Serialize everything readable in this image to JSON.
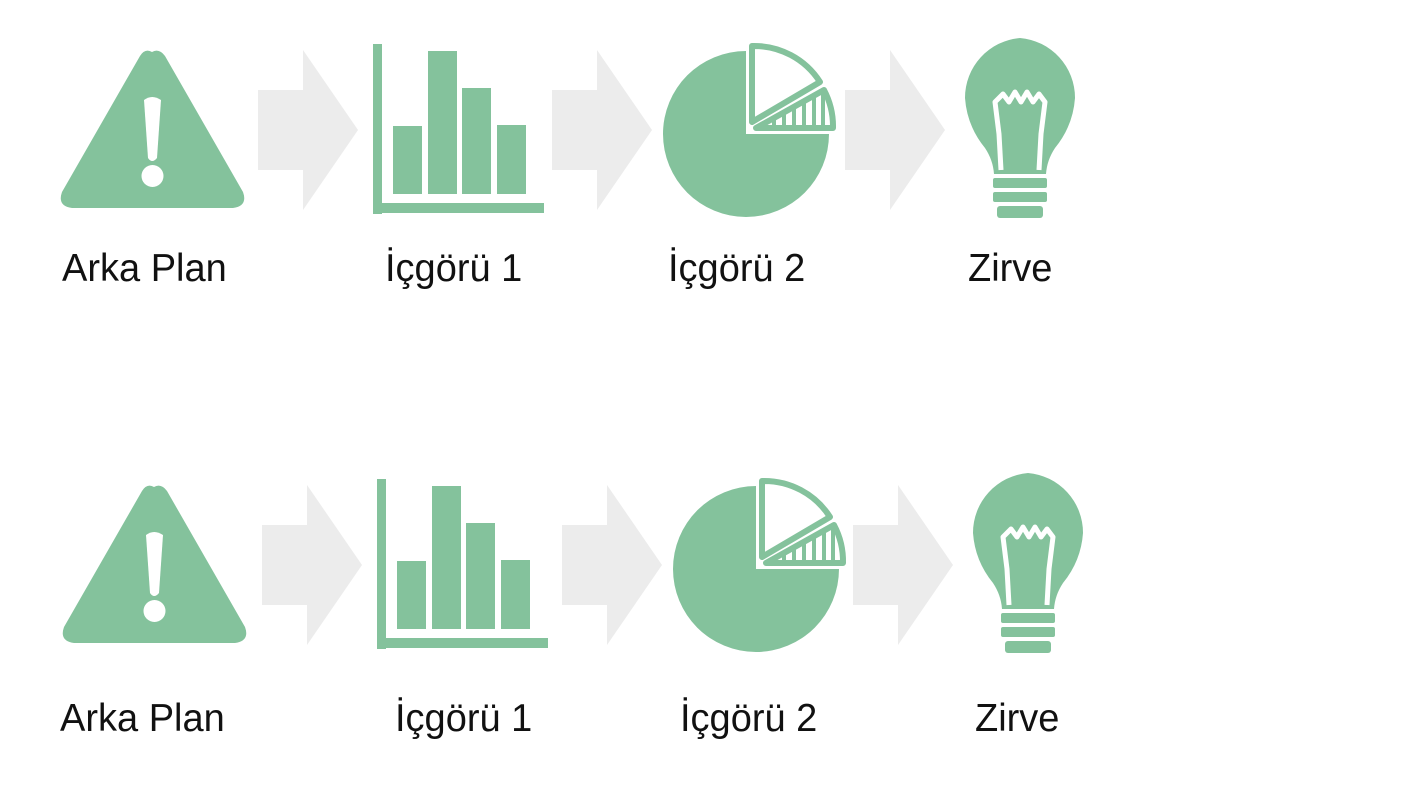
{
  "colors": {
    "icon_green": "#84c29c",
    "arrow_gray": "#ececec",
    "label_text": "#111111"
  },
  "rows": [
    {
      "steps": [
        {
          "label": "Arka Plan",
          "icon": "warning-triangle-icon"
        },
        {
          "label": "İçgörü 1",
          "icon": "bar-chart-icon"
        },
        {
          "label": "İçgörü 2",
          "icon": "pie-chart-icon"
        },
        {
          "label": "Zirve",
          "icon": "light-bulb-icon"
        }
      ]
    },
    {
      "steps": [
        {
          "label": "Arka Plan",
          "icon": "warning-triangle-icon"
        },
        {
          "label": "İçgörü 1",
          "icon": "bar-chart-icon"
        },
        {
          "label": "İçgörü 2",
          "icon": "pie-chart-icon"
        },
        {
          "label": "Zirve",
          "icon": "light-bulb-icon"
        }
      ]
    }
  ]
}
